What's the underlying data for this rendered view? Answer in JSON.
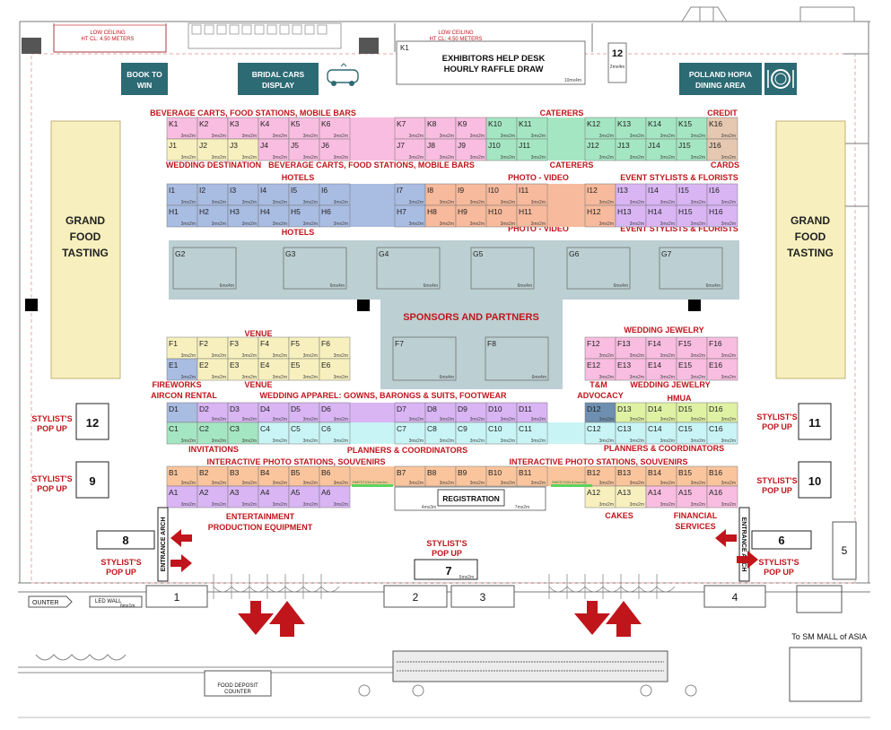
{
  "top_notes": {
    "ceiling_left_1": "LOW CEILING",
    "ceiling_left_2": "HT CL: 4.50 METERS",
    "ceiling_mid_1": "LOW CEILING",
    "ceiling_mid_2": "HT CL: 4.50 METERS"
  },
  "boxes": {
    "book": {
      "line1": "BOOK TO",
      "line2": "WIN"
    },
    "bridal": {
      "line1": "BRIDAL CARS",
      "line2": "DISPLAY"
    },
    "polland": {
      "line1": "POLLAND HOPIA",
      "line2": "DINING AREA"
    },
    "help_desk": {
      "id": "K1",
      "line1": "EXHIBITORS HELP DESK",
      "line2": "HOURLY RAFFLE DRAW",
      "size": "10mx4m"
    },
    "booth12_top": {
      "num": "12",
      "size": "2mx4m"
    }
  },
  "grand_food": {
    "line1": "GRAND",
    "line2": "FOOD",
    "line3": "TASTING"
  },
  "sponsors": {
    "title": "SPONSORS AND PARTNERS",
    "g": [
      "G2",
      "G3",
      "G4",
      "G5",
      "G6",
      "G7"
    ],
    "g_size": "6mx4m",
    "f7": "F7",
    "f8": "F8",
    "f_size": "6mx4m"
  },
  "category_labels": {
    "kj_top_left": "BEVERAGE CARTS, FOOD STATIONS, MOBILE BARS",
    "kj_top_caterers": "CATERERS",
    "kj_top_credit": "CREDIT",
    "kj_bot_wedding_dest": "WEDDING DESTINATION",
    "kj_bot_bev": "BEVERAGE CARTS, FOOD STATIONS, MOBILE BARS",
    "kj_bot_caterers": "CATERERS",
    "kj_bot_cards": "CARDS",
    "ih_top_hotels": "HOTELS",
    "ih_top_photo": "PHOTO - VIDEO",
    "ih_top_stylists": "EVENT STYLISTS & FLORISTS",
    "ih_bot_hotels": "HOTELS",
    "ih_bot_photo": "PHOTO - VIDEO",
    "ih_bot_stylists": "EVENT STYLISTS & FLORISTS",
    "venue_top": "VENUE",
    "wedding_jewelry_top": "WEDDING JEWELRY",
    "fireworks": "FIREWORKS",
    "aircon": "AIRCON RENTAL",
    "venue_bot": "VENUE",
    "wedding_apparel": "WEDDING APPAREL: GOWNS, BARONGS & SUITS, FOOTWEAR",
    "tm_1": "T&M",
    "tm_2": "ADVOCACY",
    "wedding_jewelry_bot": "WEDDING JEWELRY",
    "hmua": "HMUA",
    "invitations": "INVITATIONS",
    "planners_1": "PLANNERS & COORDINATORS",
    "planners_2": "PLANNERS & COORDINATORS",
    "interactive_1": "INTERACTIVE PHOTO STATIONS, SOUVENIRS",
    "interactive_2": "INTERACTIVE PHOTO STATIONS, SOUVENIRS",
    "entertainment_1": "ENTERTAINMENT",
    "entertainment_2": "PRODUCTION EQUIPMENT",
    "cakes": "CAKES",
    "financial_1": "FINANCIAL",
    "financial_2": "SERVICES"
  },
  "booths": {
    "K": [
      "K1",
      "K2",
      "K3",
      "K4",
      "K5",
      "K6",
      "K7",
      "K8",
      "K9",
      "K10",
      "K11",
      "K12",
      "K13",
      "K14",
      "K15",
      "K16"
    ],
    "J": [
      "J1",
      "J2",
      "J3",
      "J4",
      "J5",
      "J6",
      "J7",
      "J8",
      "J9",
      "J10",
      "J11",
      "J12",
      "J13",
      "J14",
      "J15",
      "J16"
    ],
    "I": [
      "I1",
      "I2",
      "I3",
      "I4",
      "I5",
      "I6",
      "I7",
      "I8",
      "I9",
      "I10",
      "I11",
      "I12",
      "I13",
      "I14",
      "I15",
      "I16"
    ],
    "H": [
      "H1",
      "H2",
      "H3",
      "H4",
      "H5",
      "H6",
      "H7",
      "H8",
      "H9",
      "H10",
      "H11",
      "H12",
      "H13",
      "H14",
      "H15",
      "H16"
    ],
    "F_left": [
      "F1",
      "F2",
      "F3",
      "F4",
      "F5",
      "F6"
    ],
    "F_right": [
      "F12",
      "F13",
      "F14",
      "F15",
      "F16"
    ],
    "E_left": [
      "E1",
      "E2",
      "E3",
      "E4",
      "E5",
      "E6"
    ],
    "E_right": [
      "E12",
      "E13",
      "E14",
      "E15",
      "E16"
    ],
    "D_left": [
      "D1",
      "D2",
      "D3",
      "D4",
      "D5",
      "D6"
    ],
    "D_mid": [
      "D7",
      "D8",
      "D9",
      "D10",
      "D11"
    ],
    "D_right": [
      "D12",
      "D13",
      "D14",
      "D15",
      "D16"
    ],
    "C_left": [
      "C1",
      "C2",
      "C3",
      "C4",
      "C5",
      "C6"
    ],
    "C_mid": [
      "C7",
      "C8",
      "C9",
      "C10",
      "C11"
    ],
    "C_right": [
      "C12",
      "C13",
      "C14",
      "C15",
      "C16"
    ],
    "B_left": [
      "B1",
      "B2",
      "B3",
      "B4",
      "B5",
      "B6"
    ],
    "B_mid": [
      "B7",
      "B8",
      "B9",
      "B10",
      "B11"
    ],
    "B_right": [
      "B12",
      "B13",
      "B14",
      "B15",
      "B16"
    ],
    "A_left": [
      "A1",
      "A2",
      "A3",
      "A4",
      "A5",
      "A6"
    ],
    "A_right": [
      "A12",
      "A13",
      "A14",
      "A15",
      "A16"
    ],
    "size_label": "3mx2m"
  },
  "registration": {
    "label": "REGISTRATION",
    "size_left": "4mx3m",
    "size_right": "7mx2m"
  },
  "partition": "PARTITION 6.0mx1m",
  "stylist": {
    "label_1": "STYLIST'S",
    "label_2": "POP UP",
    "left_12": "12",
    "left_9": "9",
    "right_11": "11",
    "right_10": "10",
    "center_7": "7",
    "center_7_size": "6mx2m",
    "left_8": "8",
    "right_6": "6"
  },
  "entrance": "ENTRANCE ARCH",
  "gates": {
    "g1": "1",
    "g2": "2",
    "g3": "3",
    "g4": "4",
    "g5": "5"
  },
  "bottom": {
    "counter": "OUNTER",
    "led_1": "LED WALL",
    "led_2": "6mx1m",
    "food_deposit_1": "FOOD DEPOSIT",
    "food_deposit_2": "COUNTER",
    "to_mall": "To SM MALL of ASIA"
  },
  "colors": {
    "pink": "#f8bde0",
    "green": "#a5e6c2",
    "yellow": "#f7f0be",
    "tan": "#e6c8b0",
    "blue": "#a9bce2",
    "salmon": "#f7ba9c",
    "lavender": "#d9b5f4",
    "slate": "#bccfd2",
    "teal_box": "#2c6a74",
    "light_cyan": "#c8f4f5",
    "orange": "#fac59d",
    "lime": "#dff2a4",
    "steel": "#6f8fb0",
    "red": "#c0151b"
  }
}
